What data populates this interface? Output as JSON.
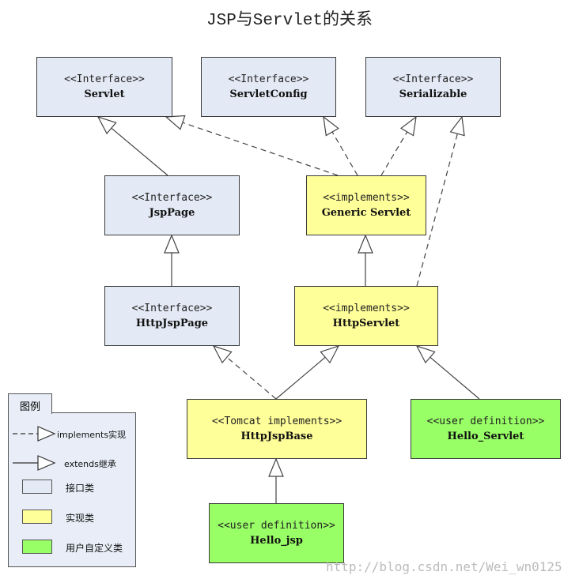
{
  "title": "JSP与Servlet的关系",
  "classes": {
    "servlet": {
      "stereotype": "<<Interface>>",
      "name": "Servlet",
      "kind": "interface"
    },
    "servlet_config": {
      "stereotype": "<<Interface>>",
      "name": "ServletConfig",
      "kind": "interface"
    },
    "serializable": {
      "stereotype": "<<Interface>>",
      "name": "Serializable",
      "kind": "interface"
    },
    "jsp_page": {
      "stereotype": "<<Interface>>",
      "name": "JspPage",
      "kind": "interface"
    },
    "generic_servlet": {
      "stereotype": "<<implements>>",
      "name": "Generic Servlet",
      "kind": "implementation"
    },
    "http_jsp_page": {
      "stereotype": "<<Interface>>",
      "name": "HttpJspPage",
      "kind": "interface"
    },
    "http_servlet": {
      "stereotype": "<<implements>>",
      "name": "HttpServlet",
      "kind": "implementation"
    },
    "http_jsp_base": {
      "stereotype": "<<Tomcat implements>>",
      "name": "HttpJspBase",
      "kind": "implementation"
    },
    "hello_servlet": {
      "stereotype": "<<user definition>>",
      "name": "Hello_Servlet",
      "kind": "user"
    },
    "hello_jsp": {
      "stereotype": "<<user definition>>",
      "name": "Hello_jsp",
      "kind": "user"
    }
  },
  "relations": [
    {
      "from": "jsp_page",
      "to": "servlet",
      "type": "extends"
    },
    {
      "from": "generic_servlet",
      "to": "servlet",
      "type": "implements"
    },
    {
      "from": "generic_servlet",
      "to": "servlet_config",
      "type": "implements"
    },
    {
      "from": "generic_servlet",
      "to": "serializable",
      "type": "implements"
    },
    {
      "from": "http_jsp_page",
      "to": "jsp_page",
      "type": "extends"
    },
    {
      "from": "http_servlet",
      "to": "generic_servlet",
      "type": "extends"
    },
    {
      "from": "http_servlet",
      "to": "serializable",
      "type": "implements"
    },
    {
      "from": "http_jsp_base",
      "to": "http_jsp_page",
      "type": "implements"
    },
    {
      "from": "http_jsp_base",
      "to": "http_servlet",
      "type": "extends"
    },
    {
      "from": "hello_servlet",
      "to": "http_servlet",
      "type": "extends"
    },
    {
      "from": "hello_jsp",
      "to": "http_jsp_base",
      "type": "extends"
    }
  ],
  "legend": {
    "title": "图例",
    "implements_label": "implements实现",
    "extends_label": "extends继承",
    "interface_label": "接口类",
    "implementation_label": "实现类",
    "user_label": "用户自定义类"
  },
  "colors": {
    "interface": "#e4eaf5",
    "implementation": "#ffff99",
    "user": "#99ff66",
    "border": "#3a3a3a"
  },
  "watermark": "http://blog.csdn.net/Wei_wn0125"
}
